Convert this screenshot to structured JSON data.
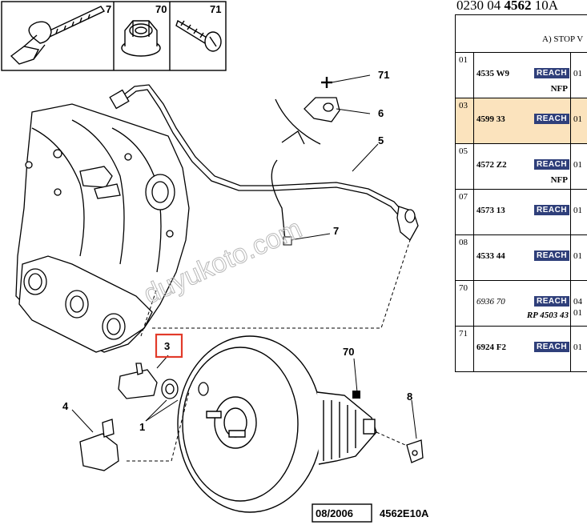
{
  "diagram": {
    "drawing_ref": "4562E10A",
    "date_stamp": "08/2006",
    "watermark": "duyukoto.com",
    "inset_labels": [
      "7",
      "70",
      "71"
    ],
    "callouts": [
      "71",
      "6",
      "5",
      "7",
      "70",
      "8",
      "3",
      "4",
      "1"
    ],
    "highlight_color": "#e23b2a"
  },
  "parts": {
    "header_ref_prefix": "0230 04 ",
    "header_ref_bold": "4562",
    "header_ref_suffix": " 10A",
    "section_title": "A) STOP V",
    "reach_color": "#2f3f7a",
    "selected_row_color": "#fbe3bd",
    "rows": [
      {
        "pos": "01",
        "ref": "4535 W9",
        "reach": "REACH",
        "qty": "01",
        "note": "NFP"
      },
      {
        "pos": "03",
        "ref": "4599 33",
        "reach": "REACH",
        "qty": "01",
        "note": ""
      },
      {
        "pos": "05",
        "ref": "4572 Z2",
        "reach": "REACH",
        "qty": "01",
        "note": "NFP"
      },
      {
        "pos": "07",
        "ref": "4573 13",
        "reach": "REACH",
        "qty": "01",
        "note": ""
      },
      {
        "pos": "08",
        "ref": "4533 44",
        "reach": "REACH",
        "qty": "01",
        "note": ""
      },
      {
        "pos": "70",
        "ref": "6936 70",
        "reach": "REACH",
        "qty": "04",
        "qty2": "01",
        "note": "RP 4503 43"
      },
      {
        "pos": "71",
        "ref": "6924 F2",
        "reach": "REACH",
        "qty": "01",
        "note": ""
      }
    ]
  }
}
